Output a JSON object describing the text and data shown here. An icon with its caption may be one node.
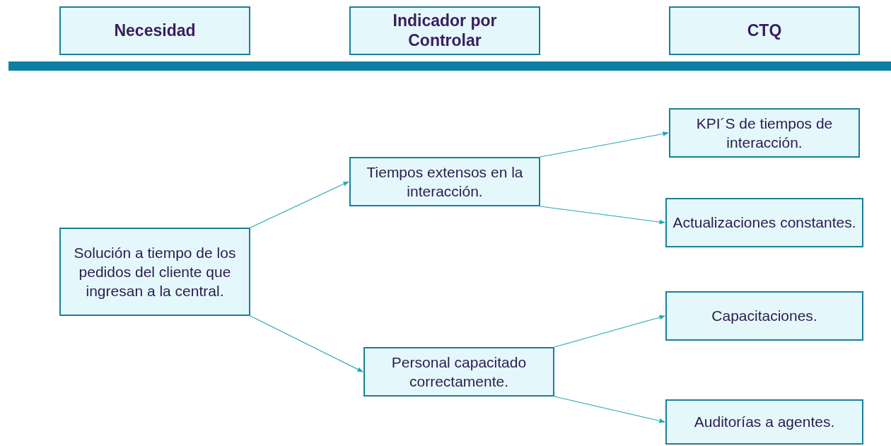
{
  "diagram": {
    "nodes": [
      {
        "text": [
          "Necesidad"
        ]
      },
      {
        "text": [
          "Indicador por Controlar"
        ]
      },
      {
        "text": [
          "CTQ"
        ]
      },
      {
        "text": [
          "Solución a tiempo de los pedidos del cliente que ingresan a la central."
        ]
      },
      {
        "text": [
          "Tiempos extensos en la interacción."
        ]
      },
      {
        "text": [
          "Personal capacitado correctamente."
        ]
      },
      {
        "text": [
          "KPI´S de tiempos de interacción."
        ]
      },
      {
        "text": [
          "Actualizaciones constantes."
        ]
      },
      {
        "text": [
          "Capacitaciones."
        ]
      },
      {
        "text": [
          "Auditorías a agentes."
        ]
      }
    ],
    "edges": [
      {
        "from": 3,
        "to": 4,
        "arrow": "to"
      },
      {
        "from": 3,
        "to": 5,
        "arrow": "to"
      },
      {
        "from": 4,
        "to": 6,
        "arrow": "to"
      },
      {
        "from": 4,
        "to": 7,
        "arrow": "to"
      },
      {
        "from": 5,
        "to": 8,
        "arrow": "to"
      },
      {
        "from": 5,
        "to": 9,
        "arrow": "to"
      }
    ]
  }
}
